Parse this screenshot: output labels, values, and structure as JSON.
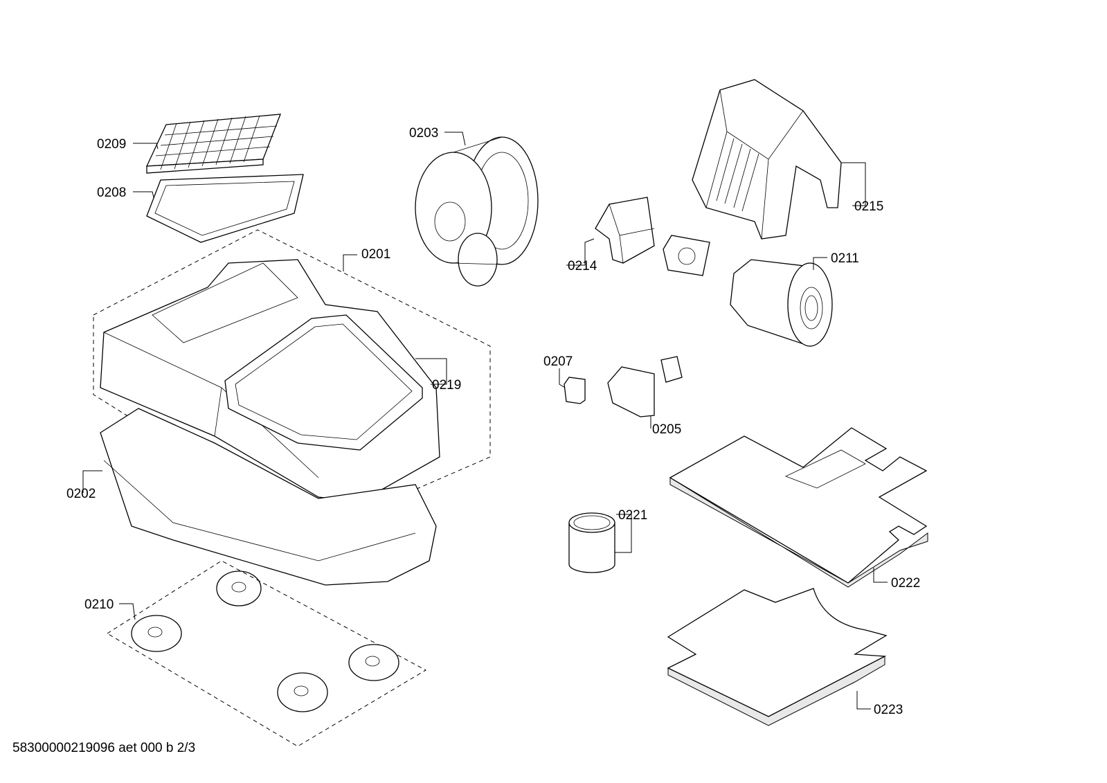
{
  "diagram": {
    "type": "exploded parts diagram",
    "callouts": {
      "p0209": "0209",
      "p0208": "0208",
      "p0201": "0201",
      "p0203": "0203",
      "p0215": "0215",
      "p0214": "0214",
      "p0211": "0211",
      "p0219": "0219",
      "p0207": "0207",
      "p0205": "0205",
      "p0202": "0202",
      "p0221": "0221",
      "p0222": "0222",
      "p0210": "0210",
      "p0223": "0223"
    },
    "footer": "58300000219096 aet 000 b 2/3"
  }
}
